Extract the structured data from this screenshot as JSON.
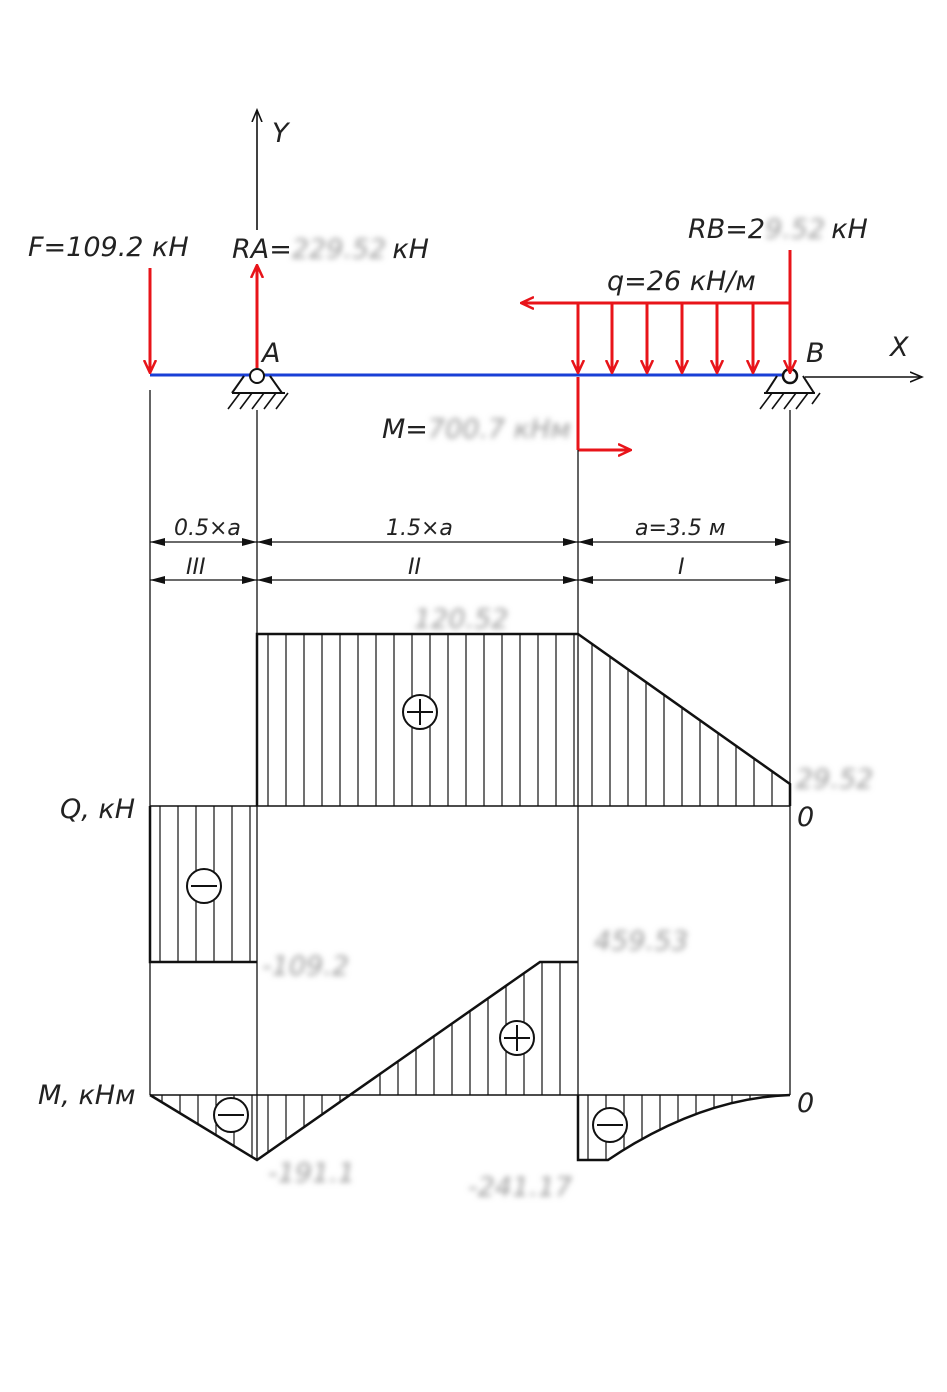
{
  "labels": {
    "axis_y": "Y",
    "axis_x": "X",
    "point_a": "A",
    "point_b": "B",
    "force_f": "F=109.2 кН",
    "ra_prefix": "RA=",
    "ra_value": "229.52",
    "ra_unit": "кН",
    "rb_prefix": "RB=2",
    "rb_value": "9.52",
    "rb_unit": "кН",
    "load_q": "q=26 кН/м",
    "moment_prefix": "M=",
    "moment_value": "700.7 кНм",
    "dim_left": "0.5×a",
    "dim_mid": "1.5×a",
    "dim_right": "a=3.5 м",
    "seg_3": "III",
    "seg_2": "II",
    "seg_1": "I",
    "q_axis": "Q, кН",
    "m_axis": "M, кНм",
    "q_zero": "0",
    "m_zero": "0"
  },
  "diagram_values": {
    "q_top": "120.52",
    "q_right": "29.52",
    "q_bottom": "-109.2",
    "m_peak": "459.53",
    "m_min_a": "-191.1",
    "m_min_b": "-241.17"
  },
  "signs": {
    "q_plus": "⊕",
    "q_minus": "⊖",
    "m_plus": "⊕",
    "m_minus_1": "⊖",
    "m_minus_2": "⊖"
  },
  "colors": {
    "beam": "#1a3fd6",
    "load": "#e8141a",
    "ink": "#111111"
  }
}
